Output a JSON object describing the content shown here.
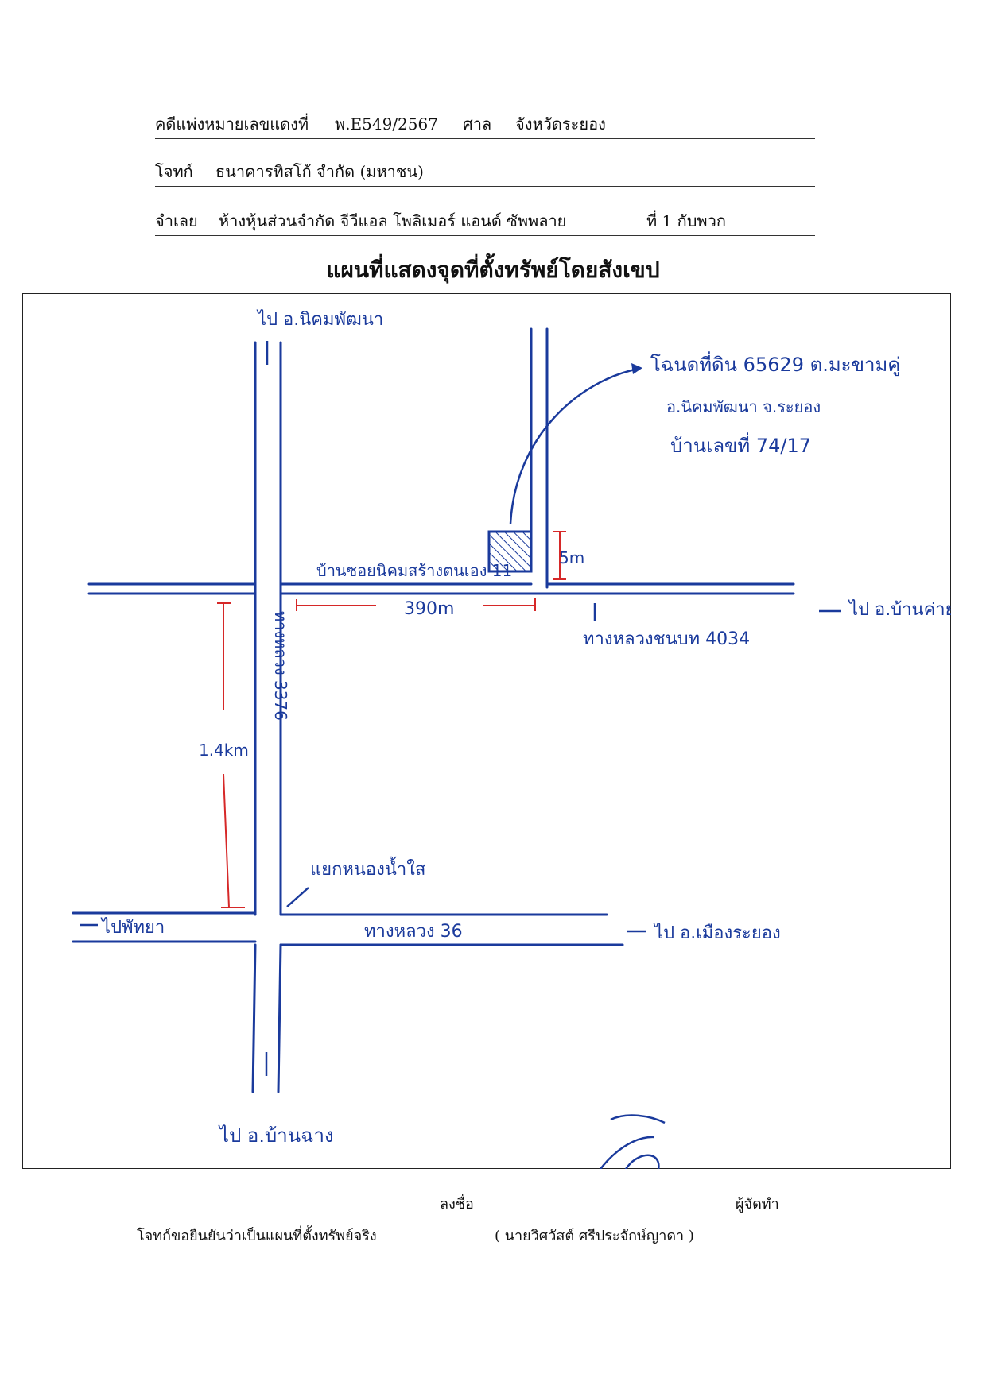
{
  "header": {
    "case_label": "คดีแพ่งหมายเลขแดงที่",
    "case_number": "พ.E549/2567",
    "court_label": "ศาล",
    "court_name": "จังหวัดระยอง",
    "plaintiff_label": "โจทก์",
    "plaintiff_name": "ธนาคารทิสโก้ จำกัด (มหาชน)",
    "defendant_label": "จำเลย",
    "defendant_name": "ห้างหุ้นส่วนจำกัด จีวีแอล โพลิเมอร์ แอนด์ ซัพพลาย",
    "defendant_suffix": "ที่ 1 กับพวก"
  },
  "title": "แผนที่แสดงจุดที่ตั้งทรัพย์โดยสังเขป",
  "map": {
    "labels": {
      "to_nikhom_north": "ไป อ.นิคมพัฒนา",
      "deed_line1": "โฉนดที่ดิน 65629 ต.มะขามคู่",
      "deed_line2": "อ.นิคมพัฒนา จ.ระยอง",
      "deed_line3": "บ้านเลขที่ 74/17",
      "soi_name": "บ้านซอยนิคมสร้างตนเอง 11",
      "dist_5m": "5m",
      "dist_390m": "390m",
      "to_ban_khai": "ไป อ.บ้านค่าย",
      "rural_road": "ทางหลวงชนบท 4034",
      "highway_3376": "ทางหลวง 3376",
      "dist_1_4km": "1.4km",
      "junction": "แยกหนองน้ำใส",
      "to_pattaya": "ไปพัทยา",
      "highway_36": "ทางหลวง 36",
      "to_muang_rayong": "ไป อ.เมืองระยอง",
      "to_ban_chang": "ไป อ.บ้านฉาง"
    },
    "colors": {
      "road": "#1a3a9c",
      "measure": "#d62828",
      "frame": "#222222"
    }
  },
  "footer": {
    "sign_label": "ลงชื่อ",
    "maker_label": "ผู้จัดทำ",
    "confirm_text": "โจทก์ขอยืนยันว่าเป็นแผนที่ตั้งทรัพย์จริง",
    "signer_name": "( นายวิศวัสต์ ศรีประจักษ์ญาดา )"
  }
}
